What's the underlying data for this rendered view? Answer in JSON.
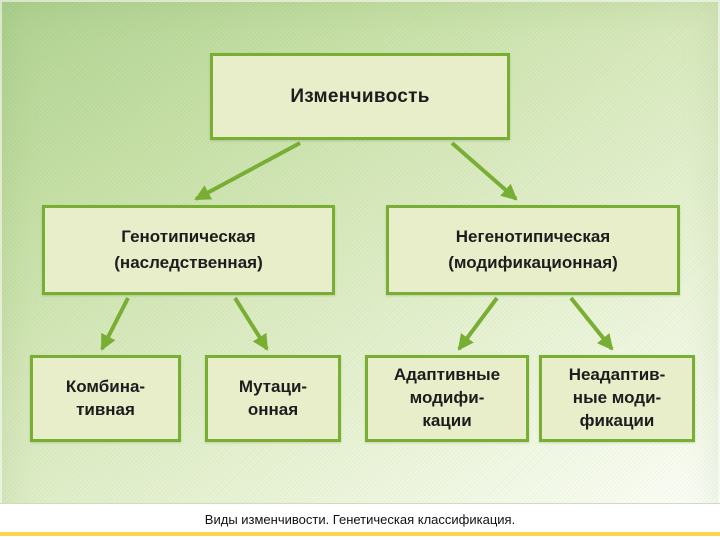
{
  "diagram": {
    "root": {
      "label": "Изменчивость"
    },
    "level2": [
      {
        "lines": [
          "Генотипическая",
          "(наследственная)"
        ]
      },
      {
        "lines": [
          "Негенотипическая",
          "(модификационная)"
        ]
      }
    ],
    "level3": [
      {
        "lines": [
          "Комбина-",
          "тивная"
        ]
      },
      {
        "lines": [
          "Мутаци-",
          "онная"
        ]
      },
      {
        "lines": [
          "Адаптивные",
          "модифи-",
          "кации"
        ]
      },
      {
        "lines": [
          "Неадаптив-",
          "ные моди-",
          "фикации"
        ]
      }
    ],
    "caption": "Виды изменчивости. Генетическая классификация."
  },
  "colors": {
    "box_fill": "#e8eeca",
    "box_border": "#79ae35",
    "arrow": "#79ae35",
    "accent_line": "#ffd34d",
    "background_top": "#aed190",
    "background_bottom": "#ffffff"
  }
}
